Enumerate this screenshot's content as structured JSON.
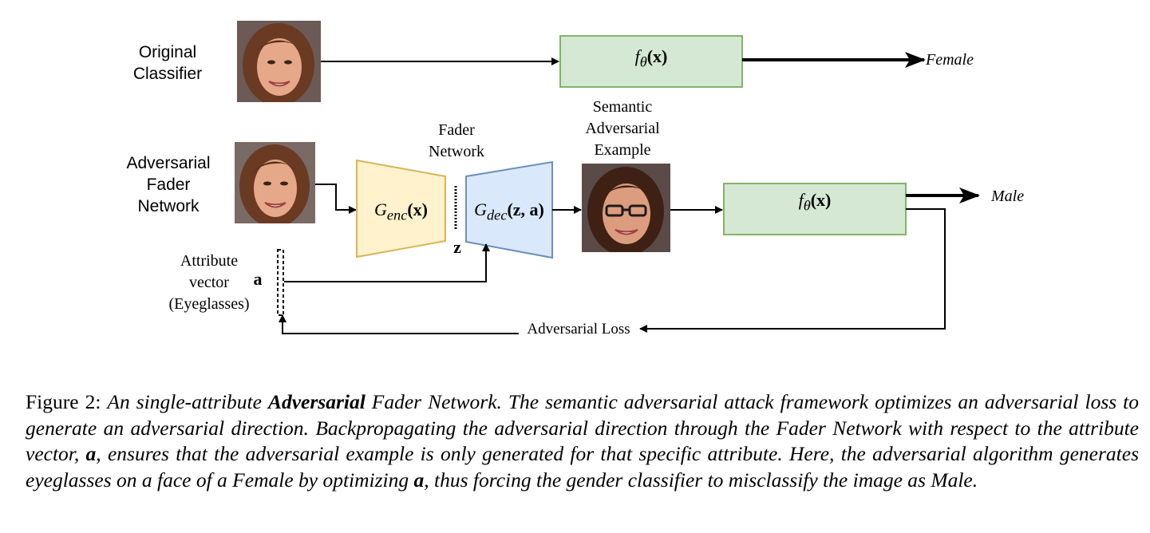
{
  "labels": {
    "original_classifier": [
      "Original",
      "Classifier"
    ],
    "adversarial_fader": [
      "Adversarial",
      "Fader",
      "Network"
    ],
    "fader_network": [
      "Fader",
      "Network"
    ],
    "semantic_example": [
      "Semantic",
      "Adversarial",
      "Example"
    ],
    "attribute_vector": [
      "Attribute",
      "vector",
      "(Eyeglasses)"
    ],
    "a_symbol": "a",
    "z_symbol": "z",
    "adversarial_loss": "Adversarial Loss",
    "output_top": "Female",
    "output_bottom": "Male"
  },
  "boxes": {
    "classifier_top": {
      "func": "f",
      "sub": "θ",
      "arg": "(x)"
    },
    "classifier_bottom": {
      "func": "f",
      "sub": "θ",
      "arg": "(x)"
    },
    "encoder": {
      "func": "G",
      "sub": "enc",
      "arg": "(x)"
    },
    "decoder": {
      "func": "G",
      "sub": "dec",
      "arg": "(z, a)"
    }
  },
  "colors": {
    "classifier_fill": "#d5e8d4",
    "classifier_stroke": "#82b366",
    "encoder_fill": "#fff2cc",
    "encoder_stroke": "#d6b656",
    "decoder_fill": "#dae8fc",
    "decoder_stroke": "#6c8ebf"
  },
  "caption": {
    "prefix": "Figure 2:  ",
    "part1": "An single-attribute ",
    "bold": "Adversarial",
    "part2": " Fader Network.  The semantic adversarial attack framework optimizes an adversarial loss to generate an adversarial direction.  Backpropagating the adversarial direction through the Fader Network with respect to the attribute vector, ",
    "sym1": "a",
    "part3": ", ensures that the adversarial example is only generated for that specific attribute. Here, the adversarial algorithm generates eyeglasses on a face of a Female by optimizing ",
    "sym2": "a",
    "part4": ", thus forcing the gender classifier to misclassify the image as Male."
  }
}
